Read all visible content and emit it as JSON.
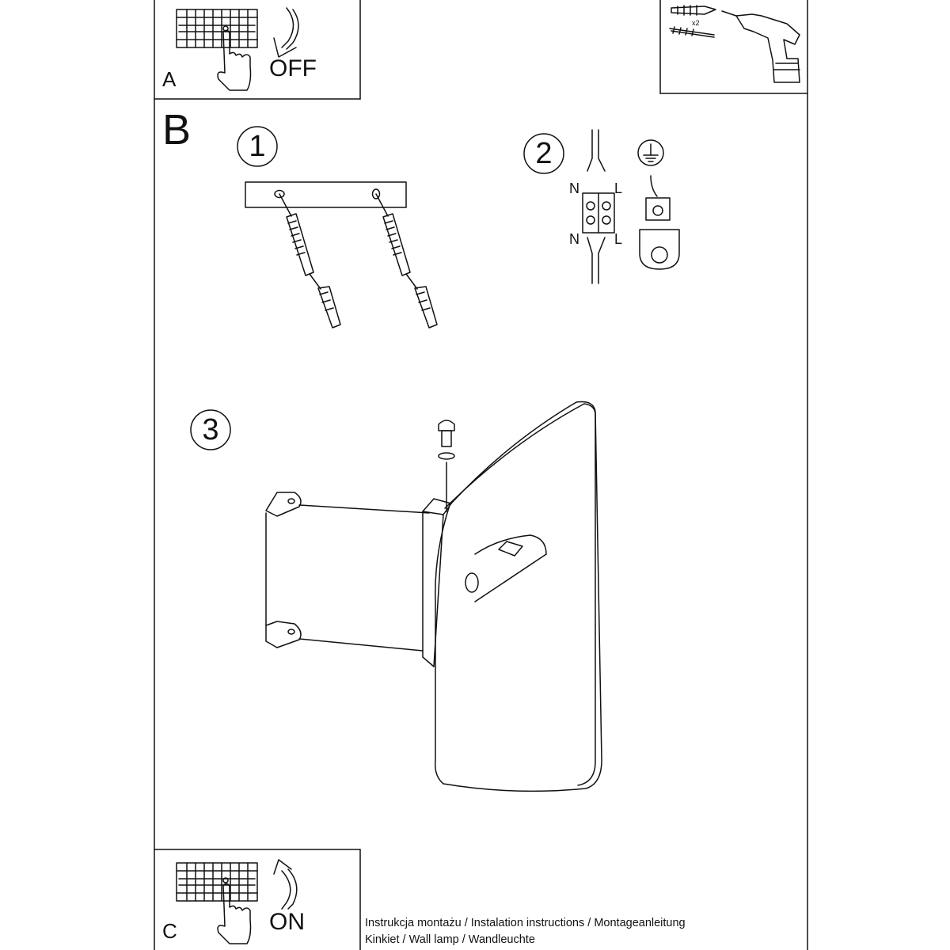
{
  "sections": {
    "a": {
      "letter": "A",
      "switch_label": "OFF"
    },
    "b": {
      "letter": "B"
    },
    "c": {
      "letter": "C",
      "switch_label": "ON"
    }
  },
  "steps": [
    {
      "number": "1"
    },
    {
      "number": "2"
    },
    {
      "number": "3"
    }
  ],
  "wiring": {
    "top_left": "N",
    "top_right": "L",
    "bottom_left": "N",
    "bottom_right": "L"
  },
  "toolbox": {
    "quantity": "x2"
  },
  "caption": {
    "line1": "Instrukcja montażu / Instalation instructions / Montageanleitung",
    "line2": "Kinkiet  / Wall lamp / Wandleuchte"
  },
  "colors": {
    "ink": "#111111",
    "paper": "#ffffff"
  }
}
